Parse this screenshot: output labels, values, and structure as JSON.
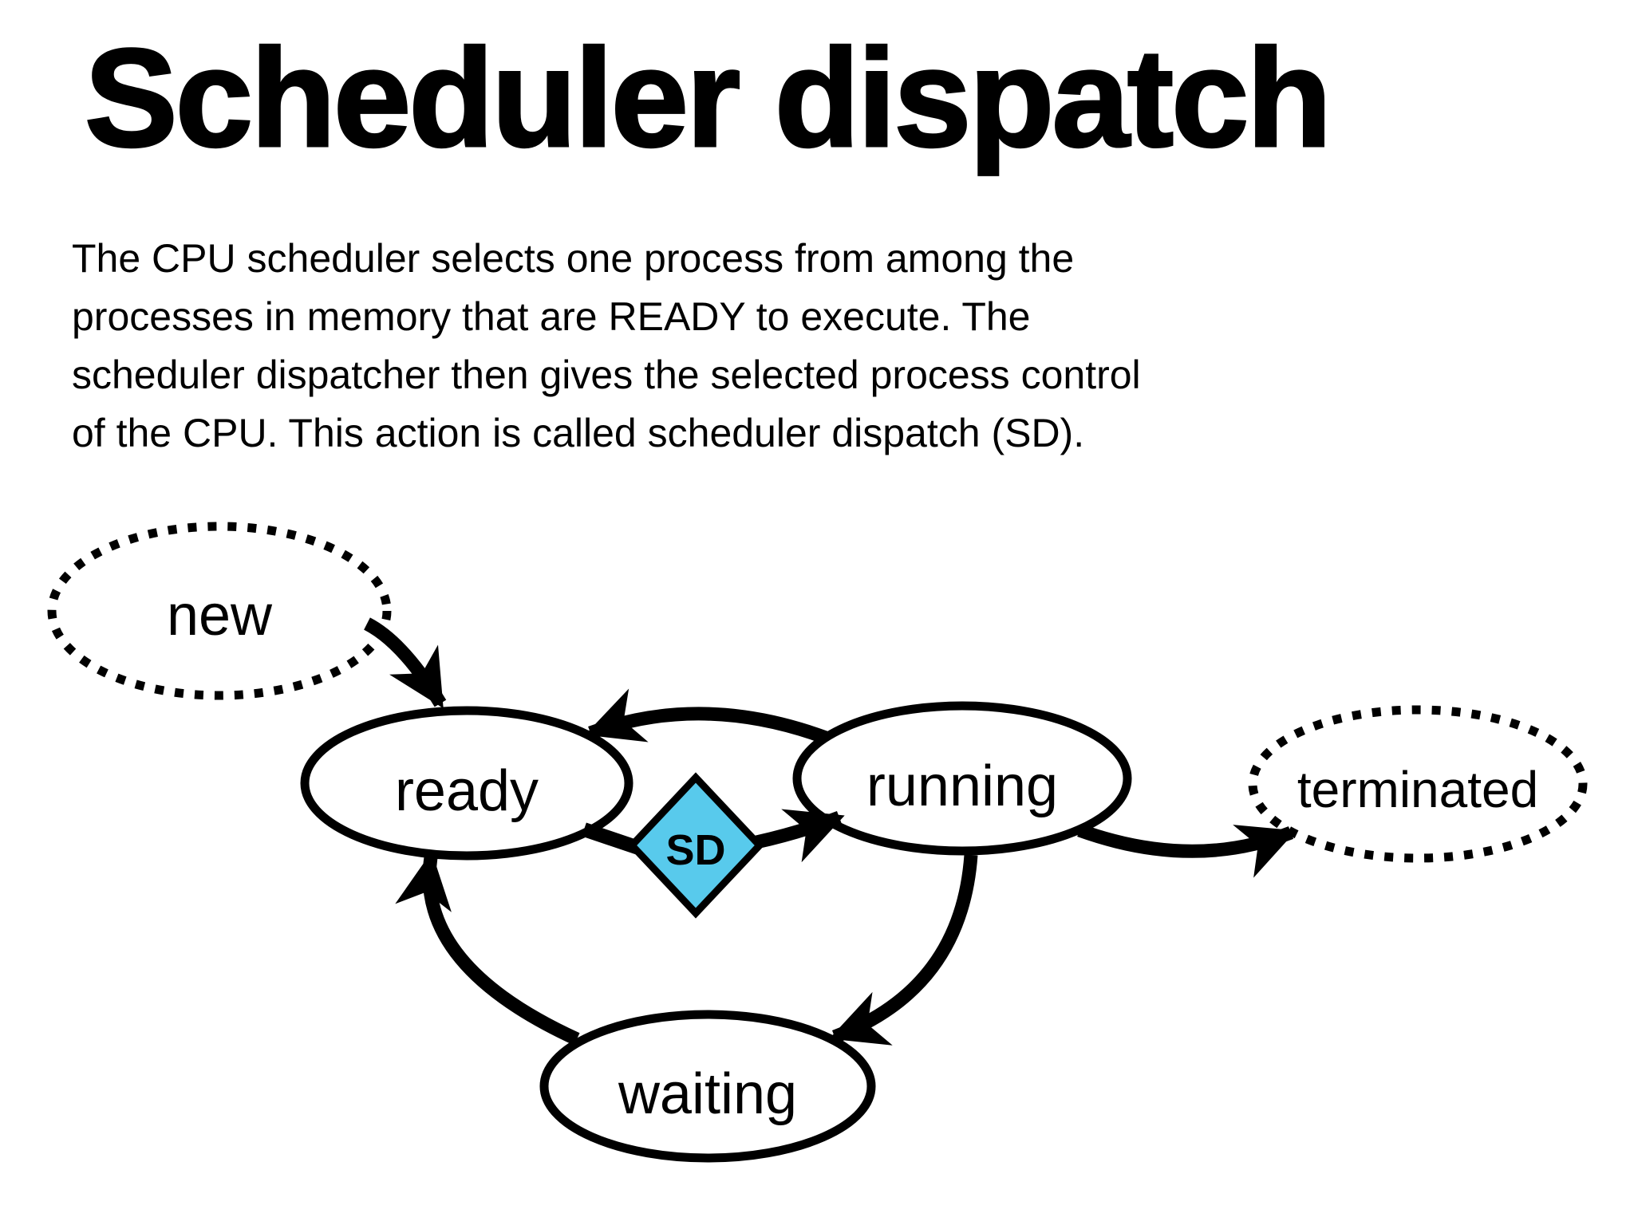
{
  "slide": {
    "background": "#ffffff",
    "ink": "#000000"
  },
  "title": "Scheduler dispatch",
  "intro": {
    "lines": [
      "The CPU scheduler selects one process from among the",
      "processes in memory that are READY to execute. The",
      "scheduler dispatcher then gives the selected process control",
      "of the CPU. This action is called scheduler dispatch (SD)."
    ]
  },
  "diagram": {
    "nodes": [
      {
        "id": "new",
        "label": "new",
        "border": "dotted"
      },
      {
        "id": "ready",
        "label": "ready",
        "border": "solid"
      },
      {
        "id": "running",
        "label": "running",
        "border": "solid"
      },
      {
        "id": "terminated",
        "label": "terminated",
        "border": "dotted"
      },
      {
        "id": "waiting",
        "label": "waiting",
        "border": "solid"
      }
    ],
    "decision": {
      "label": "SD",
      "shape": "diamond",
      "fill": "#58CAEC"
    },
    "edges": [
      {
        "from": "new",
        "to": "ready"
      },
      {
        "from": "running",
        "to": "ready"
      },
      {
        "from": "ready",
        "to": "SD"
      },
      {
        "from": "SD",
        "to": "running"
      },
      {
        "from": "running",
        "to": "terminated"
      },
      {
        "from": "running",
        "to": "waiting"
      },
      {
        "from": "waiting",
        "to": "ready"
      }
    ]
  }
}
